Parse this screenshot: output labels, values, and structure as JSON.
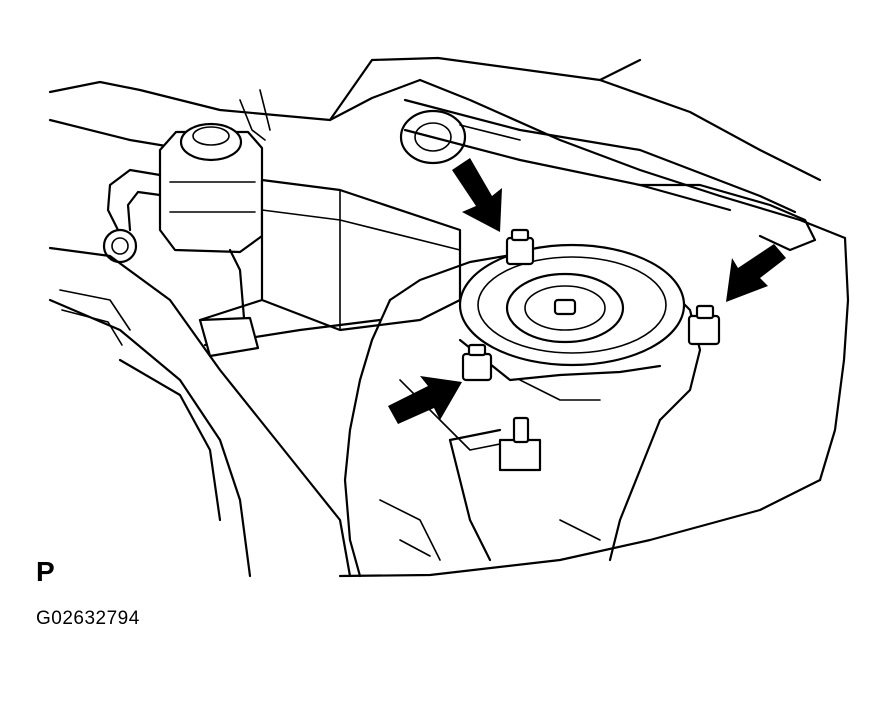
{
  "figure": {
    "corner_letter": "P",
    "figure_code": "G02632794"
  },
  "callouts": {
    "arrow_count": 3,
    "target": "strut-mount-nut",
    "color": "#000000"
  },
  "colors": {
    "background": "#ffffff",
    "linework": "#000000"
  }
}
